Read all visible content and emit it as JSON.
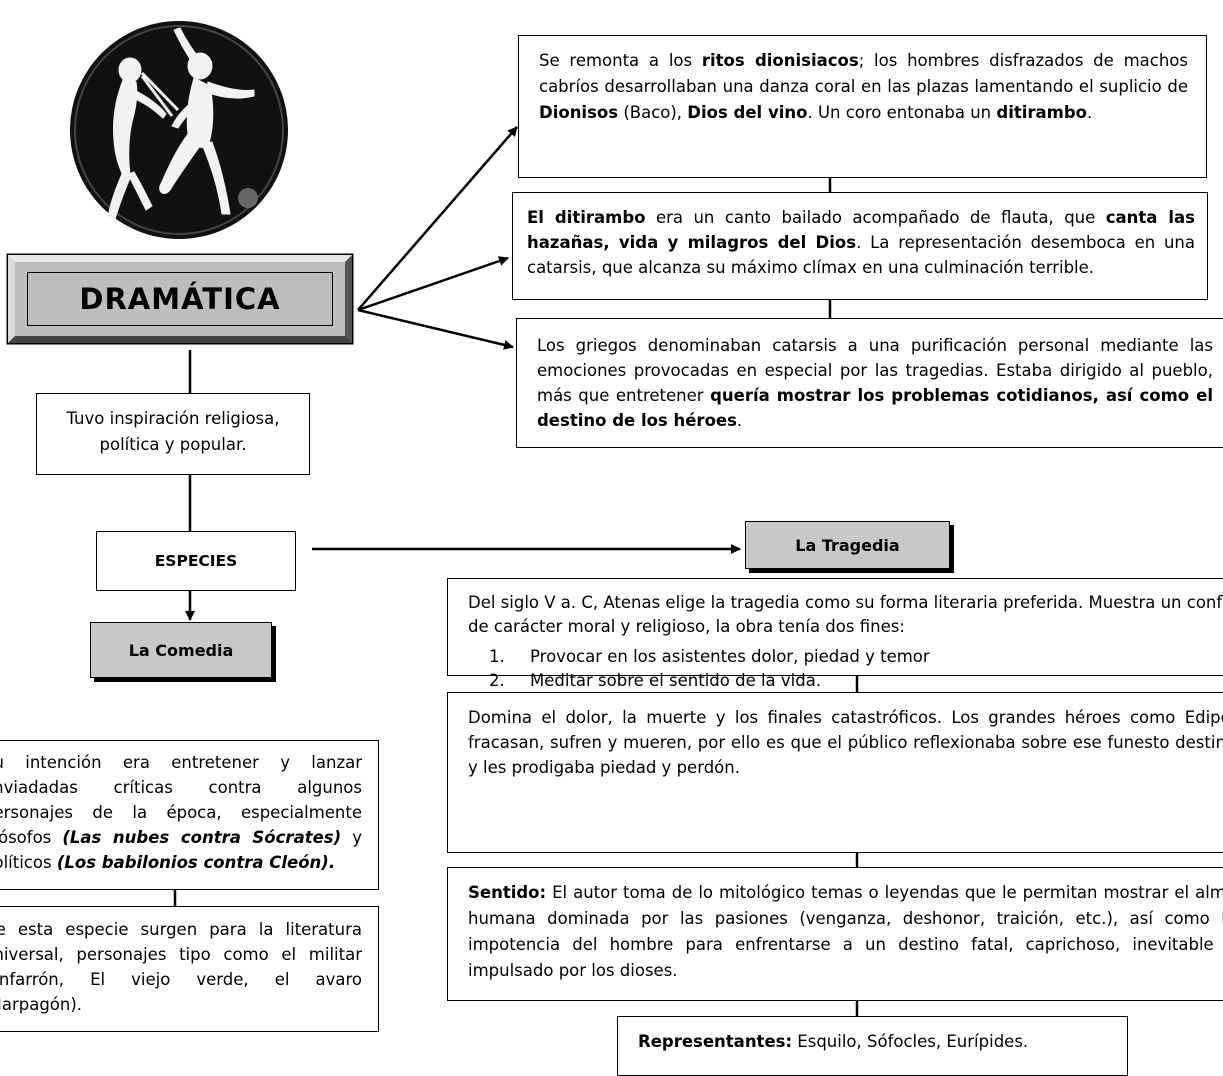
{
  "title": "DRAMÁTICA",
  "origin": {
    "box1": {
      "t1": "Se remonta a los ",
      "b1": "ritos dionisiacos",
      "t2": "; los hombres disfrazados de machos cabríos desarrollaban una danza coral en las plazas lamentando el suplicio de ",
      "b2": "Dionisos",
      "t3": " (Baco), ",
      "b3": "Dios del vino",
      "t4": ". Un coro entonaba un ",
      "b4": "ditirambo",
      "t5": "."
    },
    "box2": {
      "b1": "El ditirambo",
      "t1": " era un canto bailado acompañado de flauta, que ",
      "b2": "canta las hazañas, vida y milagros del Dios",
      "t2": ". La representación desemboca en una catarsis, que alcanza su máximo clímax en una culminación terrible."
    },
    "box3": {
      "t1": "Los griegos denominaban catarsis a una purificación personal mediante las emociones provocadas en especial por las tragedias. Estaba dirigido al pueblo, más que entretener ",
      "b1": "quería mostrar los problemas cotidianos, así como el destino de los héroes",
      "t2": "."
    }
  },
  "inspiration": "Tuvo inspiración religiosa, política y popular.",
  "species_label": "ESPECIES",
  "comedy": {
    "label": "La Comedia",
    "box1": {
      "t1": "Su intención era entretener y lanzar enviadadas críticas contra algunos personajes de la época, especialmente filósofos ",
      "bi1": "(Las nubes contra Sócrates)",
      "t2": " y políticos ",
      "bi2": "(Los babilonios contra Cleón)."
    },
    "box2": "De esta especie surgen para la literatura universal, personajes tipo como el militar fanfarrón, El viejo verde, el avaro (Harpagón)."
  },
  "tragedy": {
    "label": "La Tragedia",
    "box1": {
      "text": "Del siglo V a. C, Atenas elige la tragedia como su forma literaria preferida. Muestra un conflicto de carácter moral y religioso, la obra tenía dos fines:",
      "items": [
        "Provocar en los asistentes dolor, piedad y temor",
        "Meditar sobre el sentido de la vida."
      ]
    },
    "box2": "Domina el dolor, la muerte y los finales catastróficos. Los grandes héroes como Edipo, fracasan, sufren y mueren, por ello es que el público reflexionaba sobre ese funesto destino y les prodigaba piedad y perdón.",
    "box3": {
      "b1": "Sentido:",
      "t1": " El autor toma de lo mitológico temas o leyendas que le permitan mostrar el alma humana dominada por las pasiones (venganza, deshonor, traición, etc.), así como la impotencia del hombre para enfrentarse a un destino fatal, caprichoso, inevitable e impulsado por los dioses."
    },
    "representatives": {
      "b1": "Representantes:",
      "t1": " Esquilo, Sófocles, Eurípides."
    }
  },
  "colors": {
    "label_fill": "#c8c8c8",
    "title_fill": "#bdbdbd",
    "vase_fill": "#111111"
  }
}
